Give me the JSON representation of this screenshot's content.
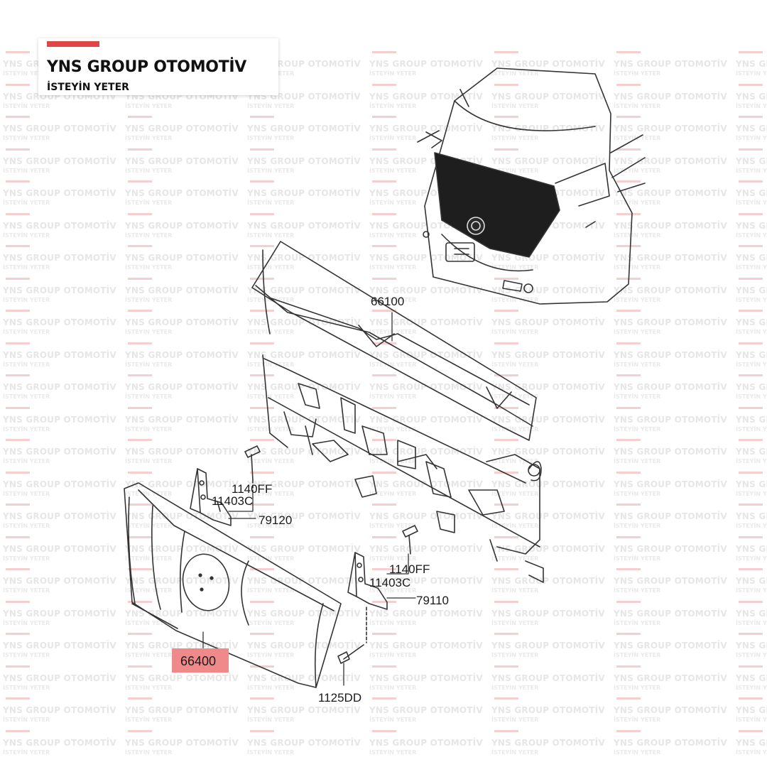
{
  "brand": {
    "title": "YNS GROUP OTOMOTİV",
    "subtitle": "İSTEYİN YETER",
    "accent_color": "#e04646"
  },
  "watermark": {
    "line1": "YNS GROUP OTOMOTİV",
    "line2": "İSTEYİN YETER"
  },
  "diagram": {
    "labels": {
      "crossmember": "66100",
      "bolt_upper_left_a": "1140FF",
      "bolt_upper_left_b": "11403C",
      "bracket_left": "79120",
      "bolt_right_a": "1140FF",
      "bolt_right_b": "11403C",
      "bracket_right": "79110",
      "grille_panel": "66400",
      "bottom_bolt": "1125DD"
    },
    "highlight_color": "#f08a8a"
  }
}
